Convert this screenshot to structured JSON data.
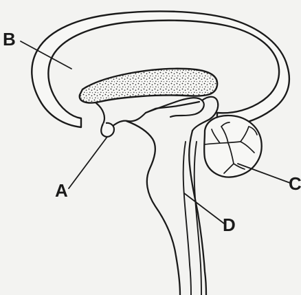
{
  "diagram": {
    "labels": {
      "a": "A",
      "b": "B",
      "c": "C",
      "d": "D"
    },
    "colors": {
      "background": "#f3f3f1",
      "ink": "#1a1a1a",
      "stipple": "#2a2a2a",
      "fill": "#f7f7f5"
    }
  }
}
